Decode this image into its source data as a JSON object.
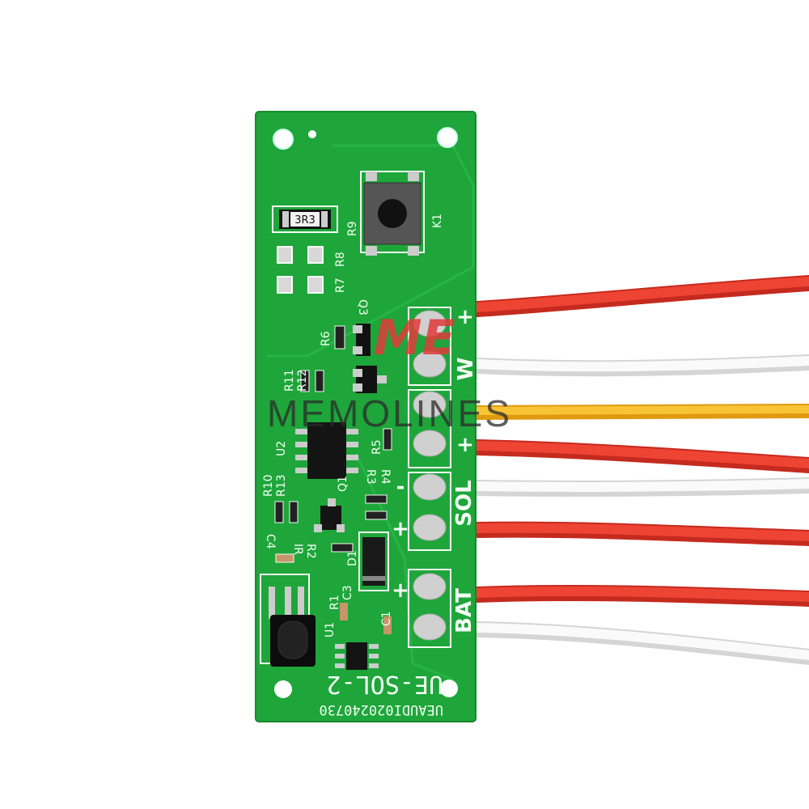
{
  "board": {
    "model": "UE-SOL-2",
    "serial": "UEAUDI020240730",
    "resistor_marking": "3R3",
    "designators": [
      "R9",
      "K1",
      "R8",
      "R7",
      "R6",
      "R11",
      "R12",
      "U2",
      "R5",
      "R10",
      "R13",
      "Q1",
      "R4",
      "R3",
      "C4",
      "R2",
      "IR",
      "D1",
      "C3",
      "R1",
      "U1",
      "C1",
      "Q3"
    ],
    "terminals": {
      "w_plus": "+",
      "w_label": "W",
      "sol_plus": "+",
      "sol_minus": "-",
      "sol_plus2": "+",
      "sol_label": "SOL",
      "bat_plus": "+",
      "bat_label": "BAT"
    }
  },
  "watermark": {
    "text": "MEMOLINES",
    "logo": "ME"
  },
  "colors": {
    "pcb": "#1ea63a",
    "wire_red": "#e8392b",
    "wire_white": "#f2f2f2",
    "wire_yellow": "#f2b21c"
  }
}
